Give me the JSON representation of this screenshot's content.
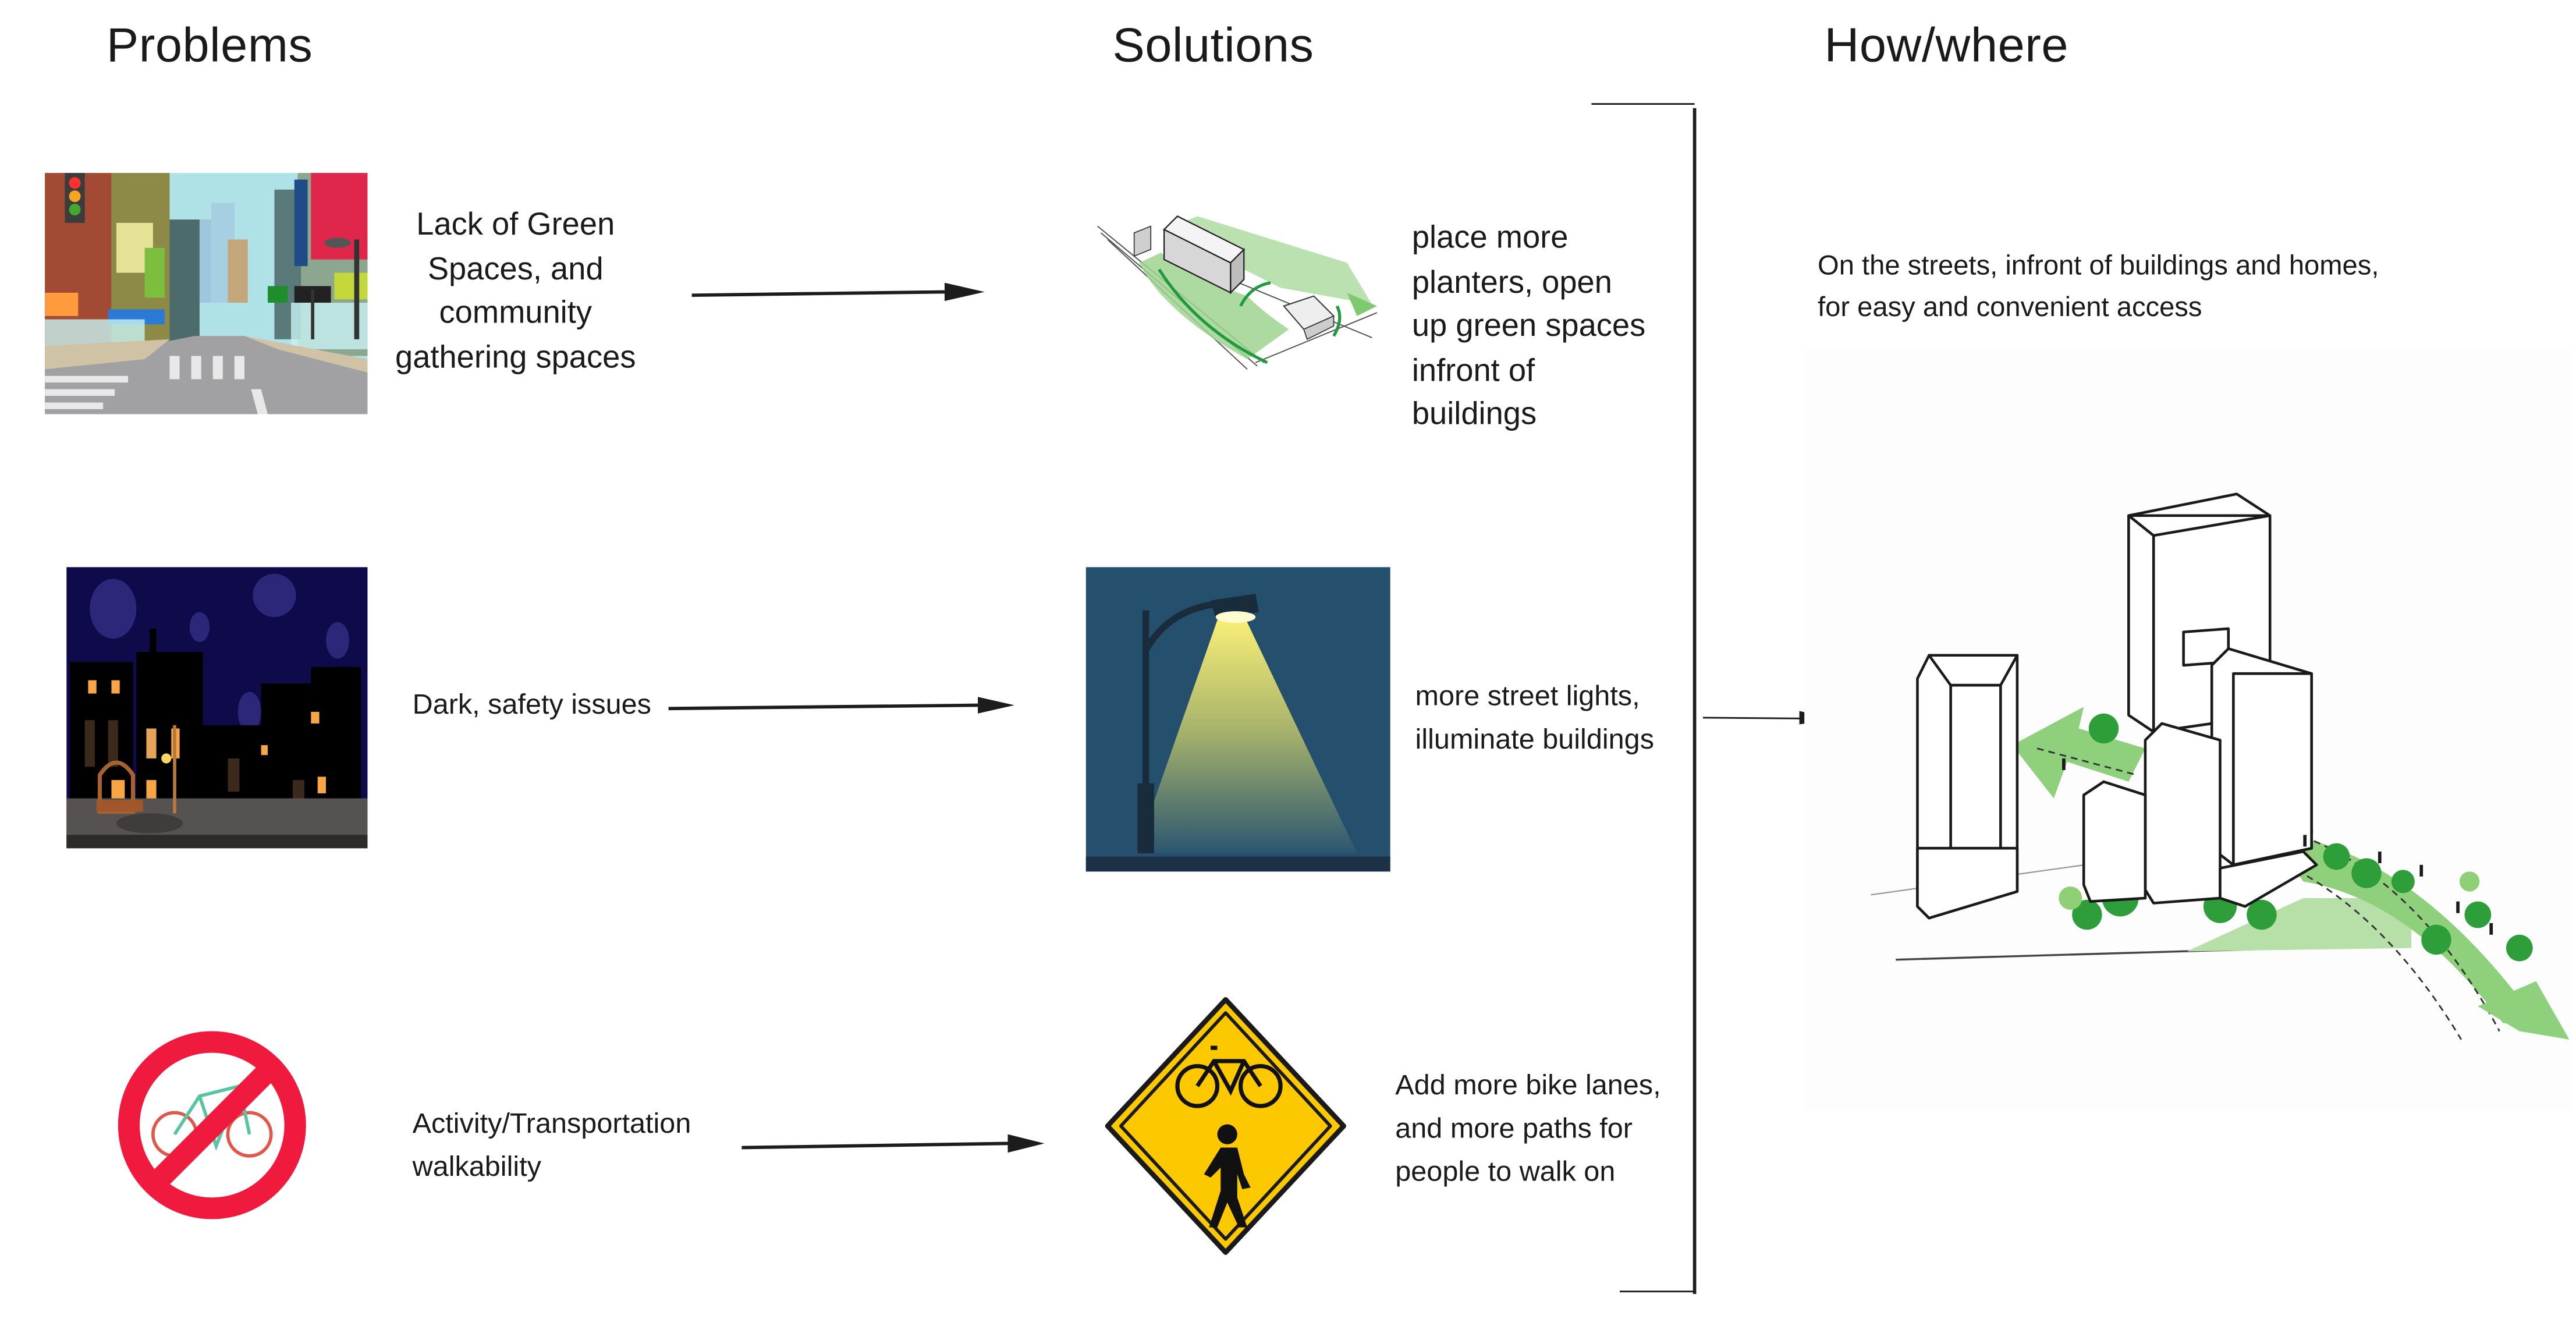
{
  "headers": {
    "problems": "Problems",
    "solutions": "Solutions",
    "how_where": "How/where"
  },
  "rows": [
    {
      "problem_image": "busy-city-street-illustration",
      "problem_text": [
        "Lack of Green",
        "Spaces, and",
        "community",
        "gathering spaces"
      ],
      "solution_image": "green-space-site-plan-diagram",
      "solution_text": [
        "place more",
        "planters, open",
        "up green spaces",
        "infront of",
        "buildings"
      ]
    },
    {
      "problem_image": "night-city-street-illustration",
      "problem_text": [
        "Dark, safety issues"
      ],
      "solution_image": "street-lamp-illustration",
      "solution_text": [
        "more street lights,",
        "illuminate buildings"
      ]
    },
    {
      "problem_image": "no-bicycle-sign",
      "problem_text": [
        "Activity/Transportation",
        "walkability"
      ],
      "solution_image": "bike-pedestrian-crossing-sign",
      "solution_text": [
        "Add more bike lanes,",
        "and more paths for",
        "people to walk on"
      ]
    }
  ],
  "how_where": {
    "text": [
      "On the streets, infront of buildings and homes,",
      "for easy and convenient access"
    ],
    "image": "urban-buildings-green-corridor-diagram"
  },
  "colors": {
    "text": "#1a1a1a",
    "green": "#6abf5e",
    "green_light": "#a8d99b",
    "night_sky": "#0f0a4a",
    "lamp_bg": "#24506e",
    "no_sign_red": "#ef1a3d",
    "warning_yellow": "#fcc800"
  }
}
